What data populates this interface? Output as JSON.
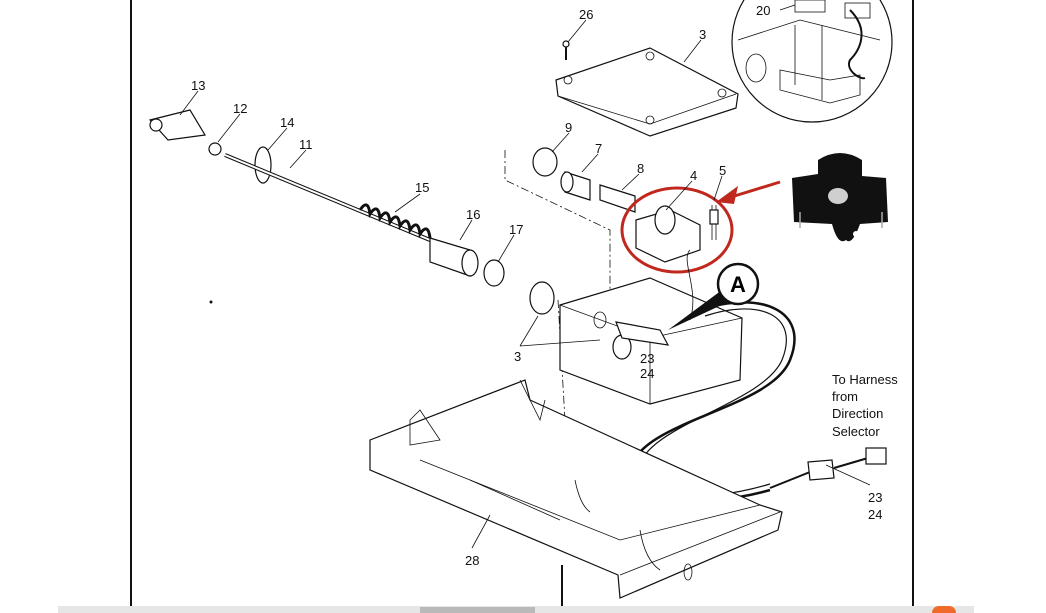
{
  "diagram": {
    "part_labels": {
      "p26": "26",
      "p3_top": "3",
      "p13": "13",
      "p12": "12",
      "p14": "14",
      "p11": "11",
      "p9": "9",
      "p7": "7",
      "p8": "8",
      "p4": "4",
      "p5": "5",
      "p15": "15",
      "p16": "16",
      "p17": "17",
      "p3_mid": "3",
      "p23_a": "23",
      "p24_a": "24",
      "p20": "20",
      "p23_b": "23",
      "p24_b": "24",
      "p28": "28"
    },
    "callout": "A",
    "harness_note": [
      "To Harness",
      "from",
      "Direction",
      "Selector"
    ],
    "highlight_color": "#c0281e"
  }
}
